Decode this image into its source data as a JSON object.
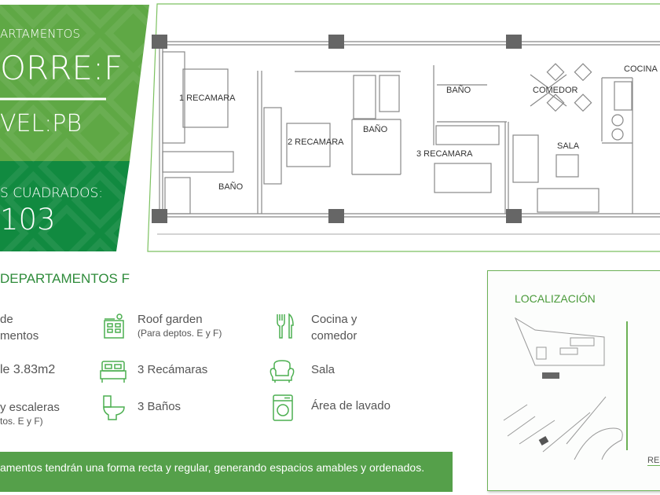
{
  "hero": {
    "subtitle": "ARTAMENTOS",
    "tower": "ORRE:F",
    "level": "VEL:PB",
    "area_label": "S CUADRADOS:",
    "area_value": "103"
  },
  "floor_plan": {
    "rooms": [
      "1 RECAMARA",
      "2 RECAMARA",
      "3 RECAMARA",
      "BAÑO",
      "BAÑO",
      "BAÑO",
      "COMEDOR",
      "SALA",
      "COCINA"
    ]
  },
  "features": {
    "title": "DEPARTAMENTOS F",
    "items": [
      {
        "line1": "de",
        "line2": "mentos",
        "icon": "building-icon"
      },
      {
        "line1": "le 3.83m2",
        "icon": "none"
      },
      {
        "line1": "y escaleras",
        "sub": "tos. E y F)",
        "icon": "none"
      },
      {
        "line1": "Roof garden",
        "sub": "(Para deptos. E y F)",
        "icon": "roof-garden-icon"
      },
      {
        "line1": "3 Recámaras",
        "icon": "bed-icon"
      },
      {
        "line1": "3 Baños",
        "icon": "toilet-icon"
      },
      {
        "line1": "Cocina y",
        "line2": "comedor",
        "icon": "fork-knife-icon"
      },
      {
        "line1": "Sala",
        "icon": "armchair-icon"
      },
      {
        "line1": "Área de lavado",
        "icon": "washing-machine-icon"
      }
    ],
    "banner": "amentos tendrán una forma recta y regular, generando espacios amables y ordenados."
  },
  "location": {
    "title": "LOCALIZACIÓN",
    "side_label": "RES"
  },
  "colors": {
    "green_light": "#5fa845",
    "green_dark": "#118a40",
    "accent": "#55a04a"
  }
}
